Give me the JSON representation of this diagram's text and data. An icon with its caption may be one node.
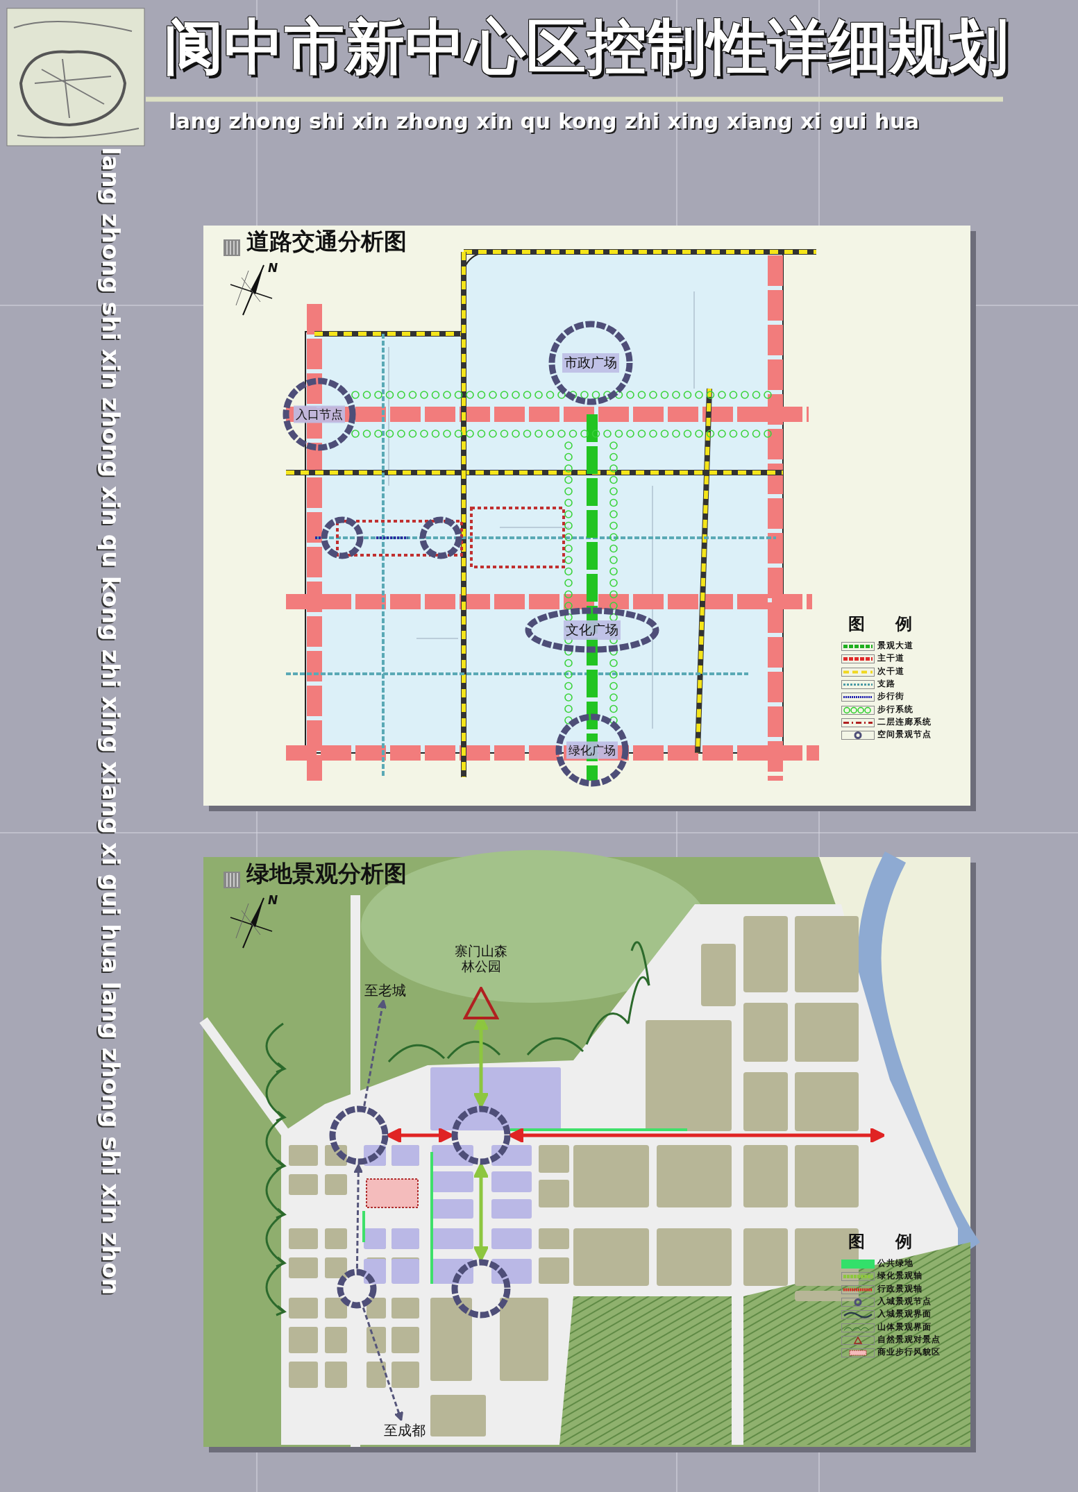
{
  "diagram": {
    "title": "阆中市新中心区控制性详细规划",
    "nodes": [
      {
        "text": [
          "市政广场"
        ]
      },
      {
        "text": [
          "入口节点"
        ]
      },
      {
        "text": [],
        "shape": "circle"
      },
      {
        "text": [],
        "shape": "circle"
      },
      {
        "text": [
          "文化广场"
        ]
      },
      {
        "text": [
          "绿化广场"
        ]
      },
      {
        "text": [
          "至老城"
        ]
      },
      {
        "text": [],
        "shape": "triangle",
        "beside": [
          "寨门山森林公园"
        ]
      },
      {
        "text": [],
        "shape": "circle"
      },
      {
        "text": [],
        "shape": "circle"
      },
      {
        "text": [],
        "shape": "circle"
      },
      {
        "text": [],
        "shape": "circle"
      },
      {
        "text": [
          "至成都"
        ]
      }
    ],
    "edges": [
      {
        "from": 7,
        "to": 9,
        "arrow": "both",
        "color": "#8dc63f"
      },
      {
        "from": 9,
        "to": 11,
        "arrow": "both",
        "color": "#8dc63f"
      },
      {
        "from": 8,
        "to": 9,
        "arrow": "both",
        "color": "#e02424"
      },
      {
        "from": 9,
        "to": null,
        "arrow": "both",
        "color": "#e02424"
      },
      {
        "from": 8,
        "to": 6,
        "arrow": "to",
        "style": "dashed"
      },
      {
        "from": 10,
        "to": 8,
        "arrow": "to",
        "style": "dashed"
      },
      {
        "from": 10,
        "to": 12,
        "arrow": "to",
        "style": "dashed"
      }
    ],
    "labels": [
      "lang zhong shi xin zhong xin qu kong zhi xing xiang xi gui hua",
      "lang zhong shi xin zhong xin qu kong zhi xing xiang xi gui hua lang zhong shi xin zhon",
      "道路交通分析图",
      "N",
      "图例",
      "绿地景观分析图",
      "N",
      "图例"
    ],
    "legend": [
      {
        "text": "景观大道"
      },
      {
        "text": "主干道"
      },
      {
        "text": "次干道"
      },
      {
        "text": "支路"
      },
      {
        "text": "步行街"
      },
      {
        "text": "步行系统"
      },
      {
        "text": "二层连廊系统"
      },
      {
        "text": "空间景观节点"
      },
      {
        "text": "公共绿地",
        "color": "#33e06a"
      },
      {
        "text": "绿化景观轴"
      },
      {
        "text": "行政景观轴"
      },
      {
        "text": "入城景观节点"
      },
      {
        "text": "入城景观界面"
      },
      {
        "text": "山体景观界面"
      },
      {
        "text": "自然景观对景点"
      },
      {
        "text": "商业步行风貌区"
      }
    ]
  }
}
